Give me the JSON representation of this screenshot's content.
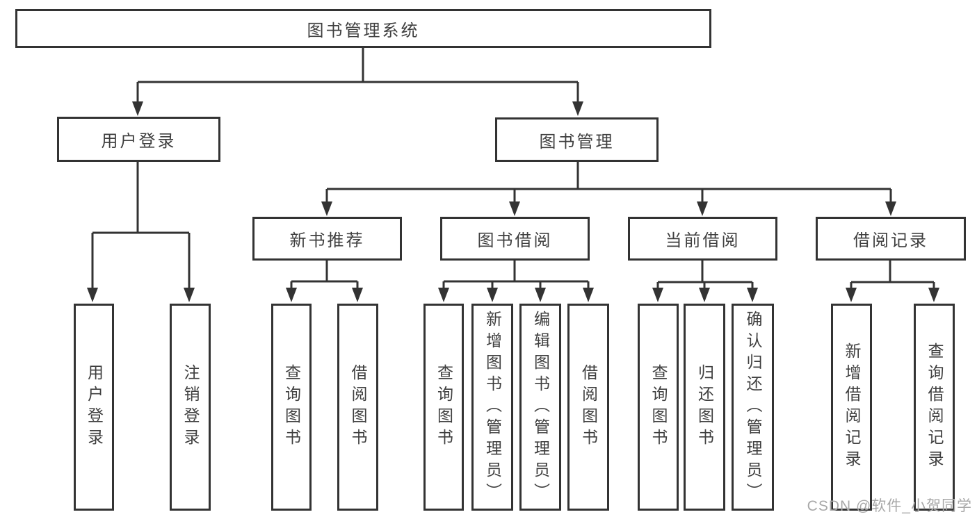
{
  "tree": {
    "root": {
      "label": "图书管理系统",
      "children": [
        {
          "label": "用户登录",
          "children": [
            {
              "label": "用户登录"
            },
            {
              "label": "注销登录"
            }
          ]
        },
        {
          "label": "图书管理",
          "children": [
            {
              "label": "新书推荐",
              "children": [
                {
                  "label": "查询图书"
                },
                {
                  "label": "借阅图书"
                }
              ]
            },
            {
              "label": "图书借阅",
              "children": [
                {
                  "label": "查询图书"
                },
                {
                  "label": "新增图书（管理员）"
                },
                {
                  "label": "编辑图书（管理员）"
                },
                {
                  "label": "借阅图书"
                }
              ]
            },
            {
              "label": "当前借阅",
              "children": [
                {
                  "label": "查询图书"
                },
                {
                  "label": "归还图书"
                },
                {
                  "label": "确认归还（管理员）"
                }
              ]
            },
            {
              "label": "借阅记录",
              "children": [
                {
                  "label": "新增借阅记录"
                },
                {
                  "label": "查询借阅记录"
                }
              ]
            }
          ]
        }
      ]
    }
  },
  "watermark": {
    "text": "CSDN @软件_小贺同学"
  },
  "colors": {
    "line": "#333333",
    "box_border": "#333333",
    "text": "#3f3f3f",
    "watermark": "#a8a8a8",
    "background": "#ffffff"
  }
}
